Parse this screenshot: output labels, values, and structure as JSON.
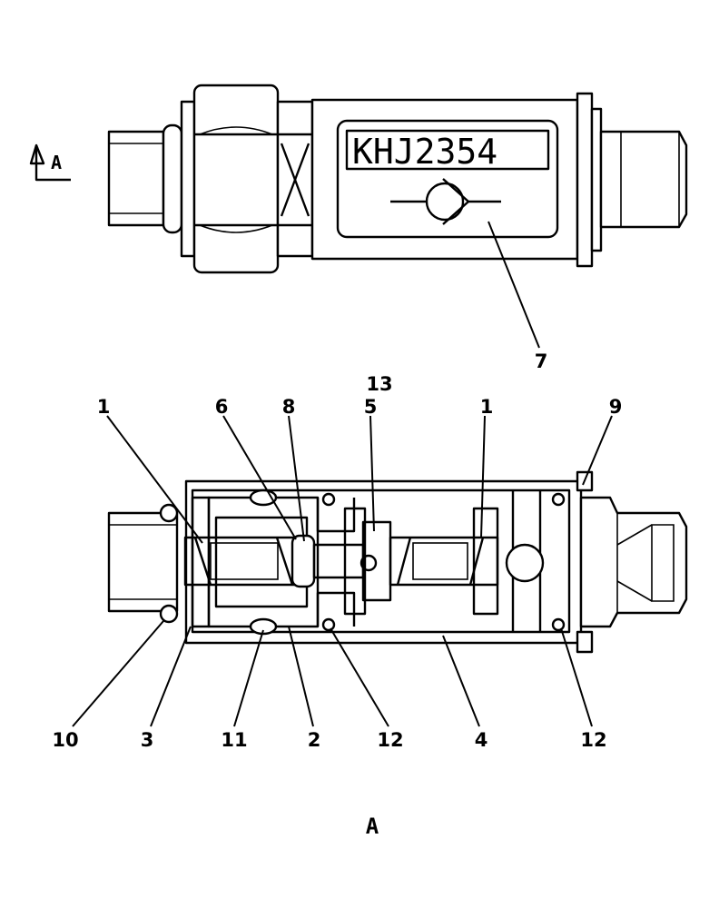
{
  "nameplate": {
    "part_number": "KHJ2354"
  },
  "section_arrow": {
    "label": "A"
  },
  "view_label": "A",
  "callouts": {
    "c1_left": "1",
    "c6": "6",
    "c8": "8",
    "c13": "13",
    "c5": "5",
    "c1_right": "1",
    "c9": "9",
    "c7": "7",
    "c10": "10",
    "c3": "3",
    "c11": "11",
    "c2": "2",
    "c12_mid": "12",
    "c4": "4",
    "c12_right": "12"
  }
}
